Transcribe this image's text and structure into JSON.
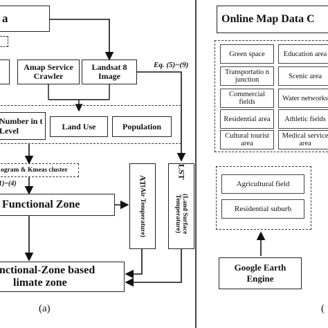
{
  "left": {
    "top_box": "a",
    "amap": "Amap Service Crawler",
    "landsat": "Landsat 8 Image",
    "eq59": "Eq. (5)~(9)",
    "number": "Number in t Level",
    "landuse": "Land Use",
    "population": "Population",
    "kmeans": "ogram & Kmeas cluster",
    "eq14": "1)~(4)",
    "functional_zone": "Functional Zone",
    "at_title": "AT",
    "at_sub": "(Air Temperature)",
    "lst_title": "LST",
    "lst_sub": "(Land Surface Temperature)",
    "lcz_line1": "nctional-Zone based",
    "lcz_line2": "limate zone",
    "panel_label": "(a)"
  },
  "right": {
    "header": "Online Map Data C",
    "grid": [
      "Green space",
      "Education area",
      "Transportatio n junction",
      "Scenic area",
      "Commercial fields",
      "Water networks",
      "Residential area",
      "Athletic fields",
      "Cultural tourist area",
      "Medical service area"
    ],
    "agricultural": "Agricultural field",
    "residential_suburb": "Residential suburb",
    "gee_line1": "Google Earth",
    "gee_line2": "Engine",
    "panel_label": "("
  }
}
